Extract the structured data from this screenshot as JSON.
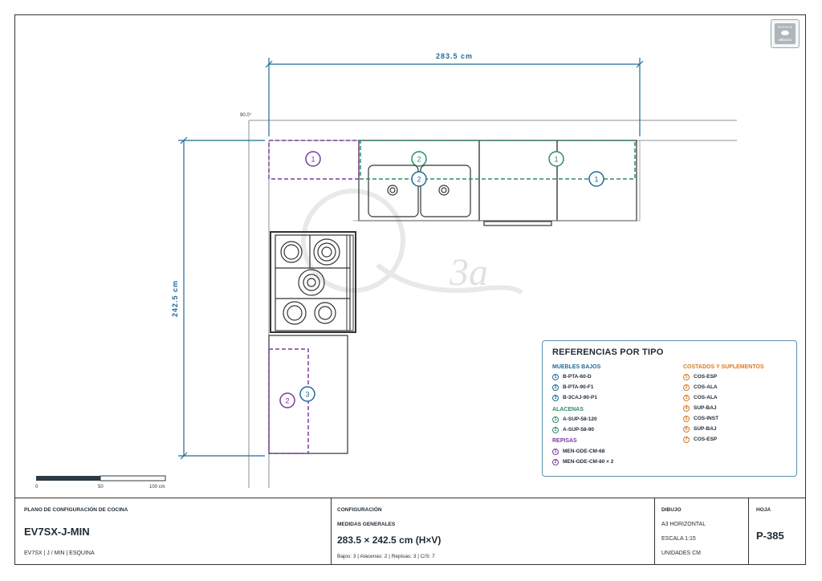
{
  "plan": {
    "dimension_horizontal": "283.5 cm",
    "dimension_vertical": "242.5 cm",
    "angle_label": "90.0°",
    "scale_bar": {
      "labels": [
        "0",
        "50",
        "100 cm"
      ]
    },
    "markers": {
      "repisa_1": "1",
      "alacena_2": "2",
      "mueble_2": "2",
      "alacena_1": "1",
      "mueble_1": "1",
      "repisa_2": "2",
      "mueble_3": "3"
    },
    "watermark": "3a"
  },
  "colors": {
    "muebles": "#1f6b96",
    "alacenas": "#2e8b6a",
    "repisas": "#7b3aa0",
    "costados": "#d97a1e",
    "dimension": "#1f6b96"
  },
  "legend": {
    "title": "REFERENCIAS POR TIPO",
    "muebles_title": "MUEBLES BAJOS",
    "muebles": [
      {
        "n": "1",
        "label": "B-PTA-60-D"
      },
      {
        "n": "2",
        "label": "B-PTA-90-F1"
      },
      {
        "n": "3",
        "label": "B-3CAJ-90-P1"
      }
    ],
    "alacenas_title": "ALACENAS",
    "alacenas": [
      {
        "n": "1",
        "label": "A-SUP-58-120"
      },
      {
        "n": "2",
        "label": "A-SUP-58-90"
      }
    ],
    "repisas_title": "REPISAS",
    "repisas": [
      {
        "n": "1",
        "label": "MEN-GDE-CM-68"
      },
      {
        "n": "2",
        "label": "MEN-GDE-CM-80 × 2"
      }
    ],
    "costados_title": "COSTADOS Y SUPLEMENTOS",
    "costados": [
      {
        "n": "1",
        "label": "COS-ESP"
      },
      {
        "n": "2",
        "label": "COS-ALA"
      },
      {
        "n": "3",
        "label": "COS-ALA"
      },
      {
        "n": "4",
        "label": "SUP-BAJ"
      },
      {
        "n": "5",
        "label": "COS-INST"
      },
      {
        "n": "6",
        "label": "SUP-BAJ"
      },
      {
        "n": "7",
        "label": "COS-ESP"
      }
    ]
  },
  "badge": {
    "line1": "HECHO EN",
    "line2": "MÉXICO"
  },
  "titleblock": {
    "plano_label": "PLANO DE CONFIGURACIÓN DE COCINA",
    "model": "EV7SX-J-MIN",
    "model_sub": "EV7SX | J / MIN | ESQUINA",
    "config_label": "CONFIGURACIÓN",
    "medidas_label": "MEDIDAS GENERALES",
    "medidas_value": "283.5 × 242.5 cm (H×V)",
    "counts": "Bajos: 3 | Alacenas: 2 | Repisas: 3 | C/S: 7",
    "dibujo_label": "DIBUJO",
    "dibujo_1": "A3 HORIZONTAL",
    "dibujo_2": "ESCALA 1:15",
    "dibujo_3": "UNIDADES CM",
    "hoja_label": "HOJA",
    "hoja_value": "P-385"
  }
}
